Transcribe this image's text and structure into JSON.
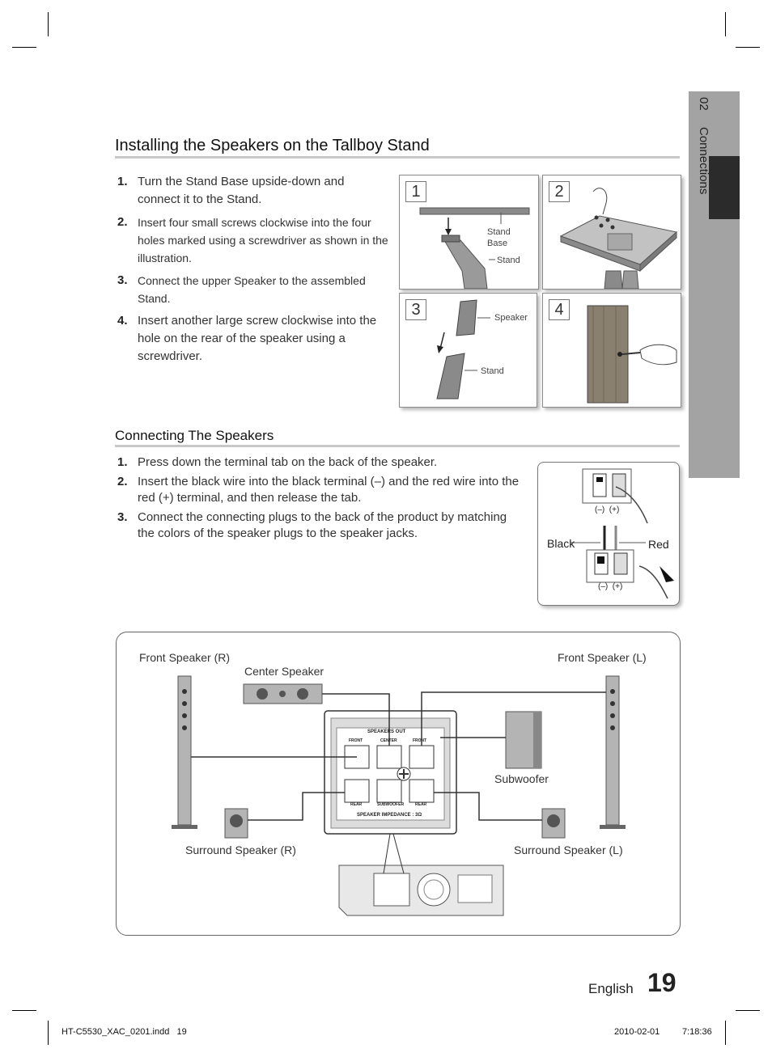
{
  "side_tab": {
    "chapter_number": "02",
    "chapter_title": "Connections"
  },
  "section1": {
    "heading": "Installing the Speakers on the Tallboy Stand",
    "steps": [
      {
        "num": "1.",
        "text": "Turn the Stand Base upside-down and connect it to the Stand."
      },
      {
        "num": "2.",
        "text": "Insert four small screws clockwise into the four holes marked using a screwdriver as shown in the illustration."
      },
      {
        "num": "3.",
        "text": "Connect the upper Speaker to the assembled Stand."
      },
      {
        "num": "4.",
        "text": "Insert another large screw clockwise into the hole on the rear of the speaker using a screwdriver."
      }
    ],
    "panels": [
      {
        "num": "1",
        "labels": [
          "Stand Base",
          "Stand"
        ]
      },
      {
        "num": "2",
        "labels": []
      },
      {
        "num": "3",
        "labels": [
          "Speaker",
          "Stand"
        ]
      },
      {
        "num": "4",
        "labels": []
      }
    ]
  },
  "section2": {
    "heading": "Connecting The Speakers",
    "steps": [
      {
        "num": "1.",
        "text": "Press down the terminal tab on the back of the speaker."
      },
      {
        "num": "2.",
        "text": "Insert the black wire into the black terminal (–) and the red wire into the red (+) terminal, and then release the tab."
      },
      {
        "num": "3.",
        "text": "Connect the connecting plugs to the back of the product by matching the colors of the speaker plugs to the speaker jacks."
      }
    ],
    "terminal": {
      "minus_plus": "(–)  (+)",
      "black": "Black",
      "red": "Red"
    }
  },
  "diagram": {
    "front_r": "Front Speaker (R)",
    "center": "Center Speaker",
    "front_l": "Front Speaker (L)",
    "subwoofer": "Subwoofer",
    "surround_r": "Surround Speaker (R)",
    "surround_l": "Surround Speaker (L)",
    "panel_title": "SPEAKERS OUT",
    "jack_front_r": "FRONT",
    "jack_center": "CENTER",
    "jack_front_l": "FRONT",
    "jack_rear_r": "REAR",
    "jack_sub": "SUBWOOFER",
    "jack_rear_l": "REAR",
    "impedance": "SPEAKER IMPEDANCE : 3Ω"
  },
  "page": {
    "language": "English",
    "number": "19"
  },
  "print_info": {
    "file": "HT-C5530_XAC_0201.indd   19",
    "date": "2010-02-01",
    "time": "7:18:36"
  }
}
